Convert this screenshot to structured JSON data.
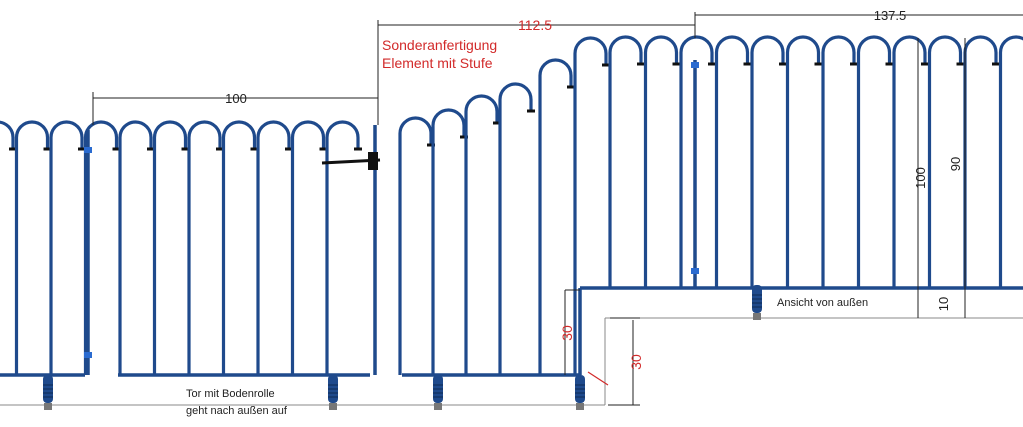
{
  "colors": {
    "fence": "#1f4a8c",
    "fence_dark": "#163a70",
    "dimension": "#222222",
    "annotation": "#d22a2a",
    "ground": "#888888"
  },
  "dimensions": {
    "left_width": "100",
    "middle_width": "112.5",
    "right_width": "137.5",
    "right_height_total": "100",
    "right_height_fence": "90",
    "right_gap": "10",
    "step_height": "30",
    "ground_step": "30"
  },
  "notes": {
    "special_line1": "Sonderanfertigung",
    "special_line2": "Element mit Stufe",
    "gate_line1": "Tor mit Bodenrolle",
    "gate_line2": "geht nach außen auf",
    "view": "Ansicht von außen"
  }
}
